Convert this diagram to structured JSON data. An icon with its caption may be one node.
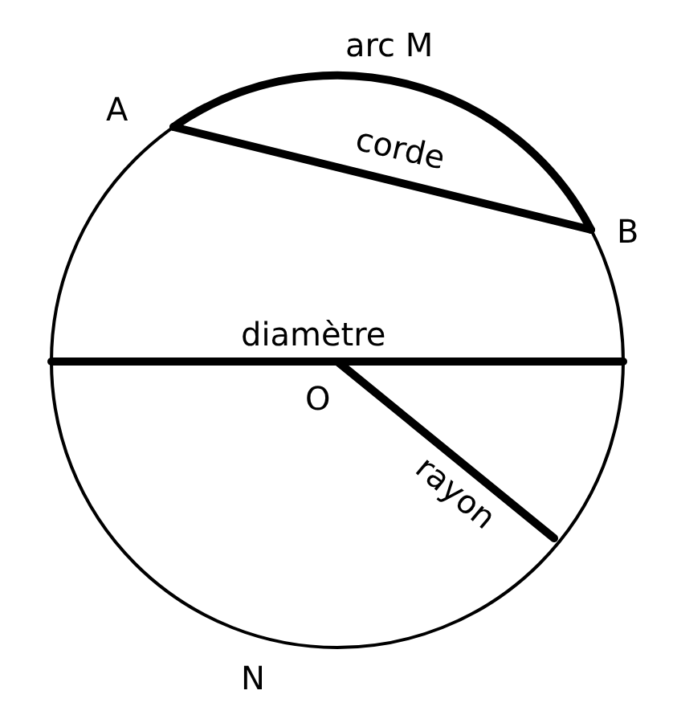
{
  "diagram": {
    "labels": [
      "arc M",
      "A",
      "corde",
      "B",
      "diamètre",
      "O",
      "rayon",
      "N"
    ]
  }
}
